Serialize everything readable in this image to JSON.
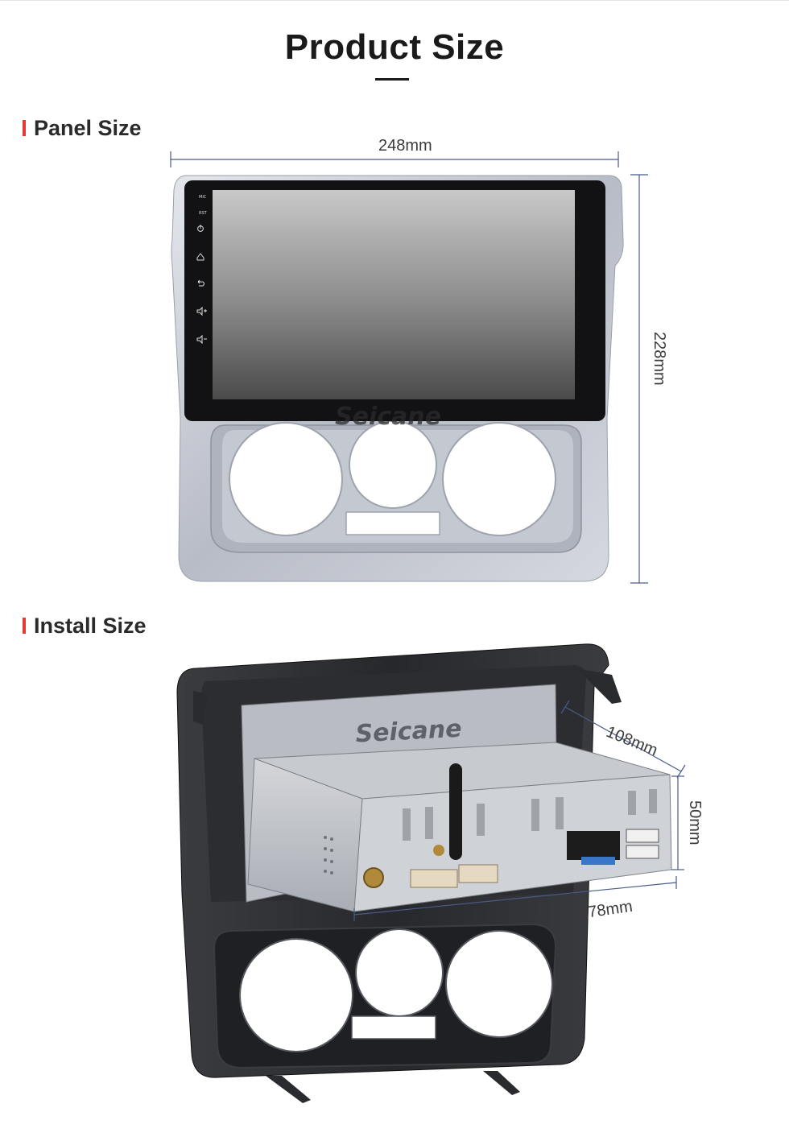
{
  "page": {
    "title": "Product Size"
  },
  "sections": {
    "panel": {
      "heading": "Panel Size"
    },
    "install": {
      "heading": "Install Size"
    }
  },
  "panel": {
    "width_label": "248mm",
    "height_label": "228mm",
    "button_labels": [
      "MIC",
      "RST"
    ],
    "brand_watermark": "Seicane"
  },
  "install": {
    "depth_label": "108mm",
    "height_label": "50mm",
    "width_label": "178mm",
    "brand_label": "Seicane"
  },
  "colors": {
    "accent": "#e53935",
    "dimension_line": "#4a5a8a",
    "text": "#1a1a1a"
  }
}
